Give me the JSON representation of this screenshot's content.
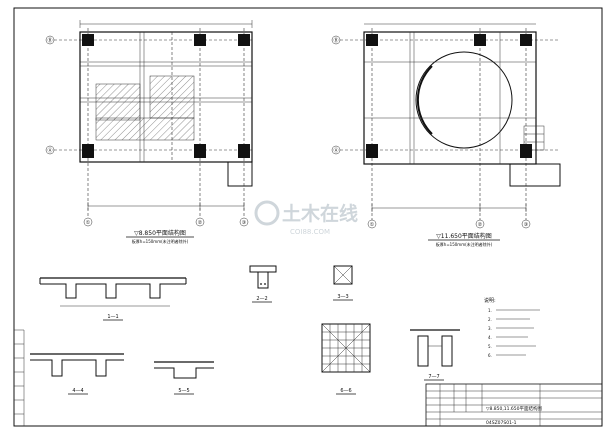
{
  "plans": {
    "left": {
      "title": "▽8.850平面结构图",
      "subtitle": "板厚h=150mm(未注明者除外)",
      "axis_numbers": [
        "①",
        "②",
        "③"
      ],
      "axis_letters": [
        "Ⓑ",
        "Ⓐ"
      ]
    },
    "right": {
      "title": "▽11.650平面结构图",
      "subtitle": "板厚h=150mm(未注明者除外)",
      "axis_numbers": [
        "①",
        "②",
        "③"
      ],
      "axis_letters": [
        "Ⓑ",
        "Ⓐ"
      ]
    }
  },
  "sections": {
    "s1": "1—1",
    "s2": "2—2",
    "s3": "3—3",
    "s4": "4—4",
    "s5": "5—5",
    "s6": "6—6",
    "s7": "7—7"
  },
  "notes": {
    "heading": "说明:",
    "items": [
      "1.",
      "2.",
      "3.",
      "4.",
      "5.",
      "6."
    ]
  },
  "title_block": {
    "drawing_name": "▽8.850,11.650平面结构图",
    "drawing_number": "04SZ07S01-1"
  },
  "watermark": {
    "brand": "土木在线",
    "url": "COI88.COM"
  }
}
